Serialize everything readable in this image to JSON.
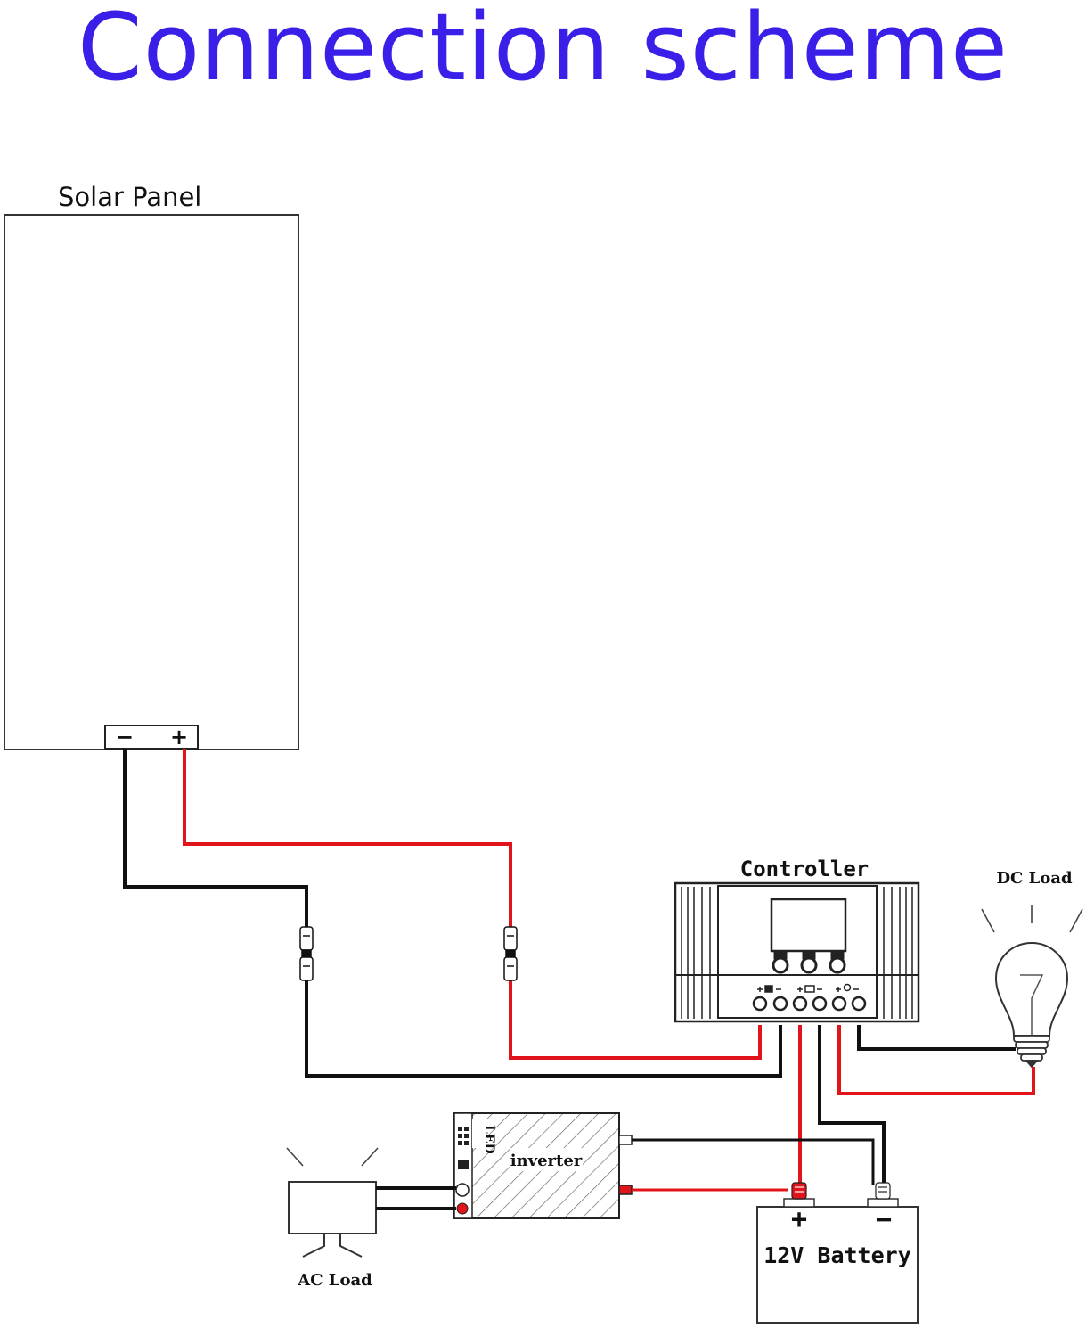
{
  "title": "Connection scheme",
  "labels": {
    "solar_panel": "Solar Panel",
    "panel_minus": "−",
    "panel_plus": "+",
    "controller": "Controller",
    "dc_load": "DC Load",
    "inverter": "inverter",
    "inverter_led": "LED",
    "ac_load": "AC Load",
    "battery": "12V Battery",
    "battery_plus": "+",
    "battery_minus": "−"
  },
  "colors": {
    "title": "#3a1fe8",
    "positive_wire": "#e0141a",
    "negative_wire": "#111111",
    "outline": "#333333"
  }
}
